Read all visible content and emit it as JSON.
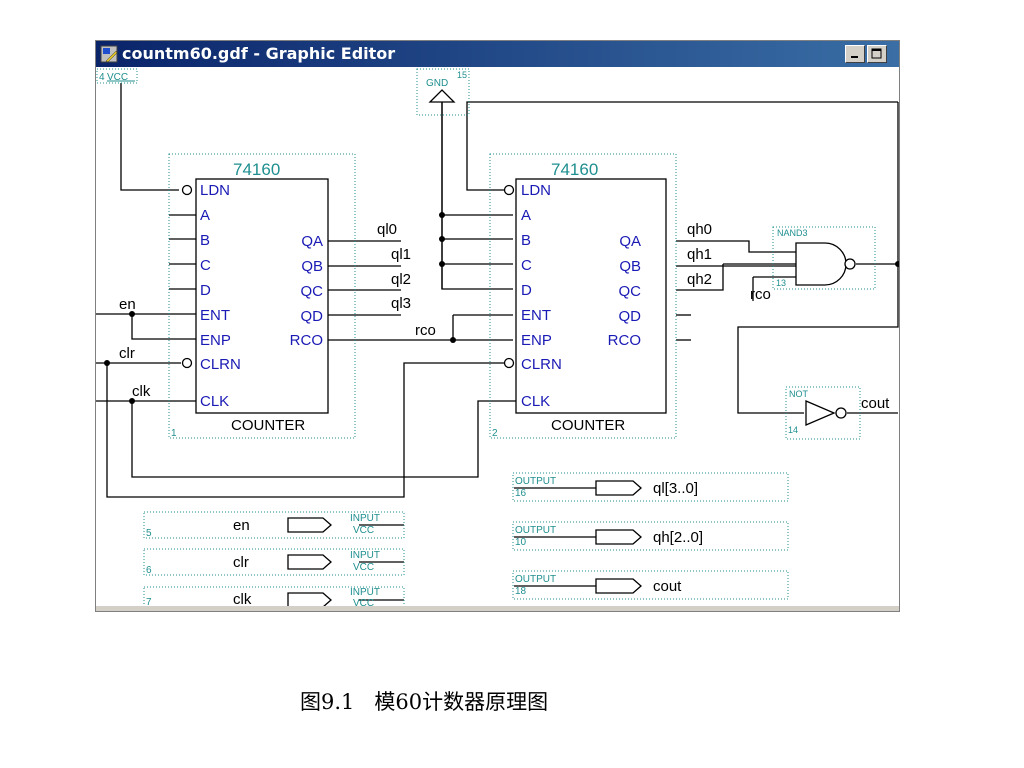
{
  "window": {
    "title": "countm60.gdf - Graphic Editor"
  },
  "caption": "图9.1   模60计数器原理图",
  "colors": {
    "teal": "#1f8f8f",
    "pin": "#1a1ab5",
    "wire": "#000000",
    "titlebar": "#0a246a"
  },
  "counter1": {
    "chip": "74160",
    "type": "COUNTER",
    "index": "1",
    "pins_left": [
      "LDN",
      "A",
      "B",
      "C",
      "D",
      "ENT",
      "ENP",
      "CLRN",
      "CLK"
    ],
    "pins_right": [
      "QA",
      "QB",
      "QC",
      "QD",
      "RCO"
    ]
  },
  "counter2": {
    "chip": "74160",
    "type": "COUNTER",
    "index": "2",
    "pins_left": [
      "LDN",
      "A",
      "B",
      "C",
      "D",
      "ENT",
      "ENP",
      "CLRN",
      "CLK"
    ],
    "pins_right": [
      "QA",
      "QB",
      "QC",
      "QD",
      "RCO"
    ]
  },
  "nets": {
    "ql0": "ql0",
    "ql1": "ql1",
    "ql2": "ql2",
    "ql3": "ql3",
    "qh0": "qh0",
    "qh1": "qh1",
    "qh2": "qh2",
    "rco": "rco",
    "rco2": "rco",
    "en": "en",
    "clr": "clr",
    "clk": "clk",
    "cout": "cout"
  },
  "gates": {
    "nand": {
      "label": "NAND3",
      "num": "13"
    },
    "not": {
      "label": "NOT",
      "num": "14"
    }
  },
  "power": {
    "vcc": {
      "label": "VCC",
      "num": "4"
    },
    "gnd": {
      "label": "GND",
      "num": "15"
    }
  },
  "inputs": [
    {
      "name": "en",
      "num": "5",
      "tag": "INPUT",
      "val": "VCC"
    },
    {
      "name": "clr",
      "num": "6",
      "tag": "INPUT",
      "val": "VCC"
    },
    {
      "name": "clk",
      "num": "7",
      "tag": "INPUT",
      "val": "VCC"
    }
  ],
  "outputs": [
    {
      "name": "ql[3..0]",
      "num": "16",
      "tag": "OUTPUT"
    },
    {
      "name": "qh[2..0]",
      "num": "10",
      "tag": "OUTPUT"
    },
    {
      "name": "cout",
      "num": "18",
      "tag": "OUTPUT"
    }
  ]
}
